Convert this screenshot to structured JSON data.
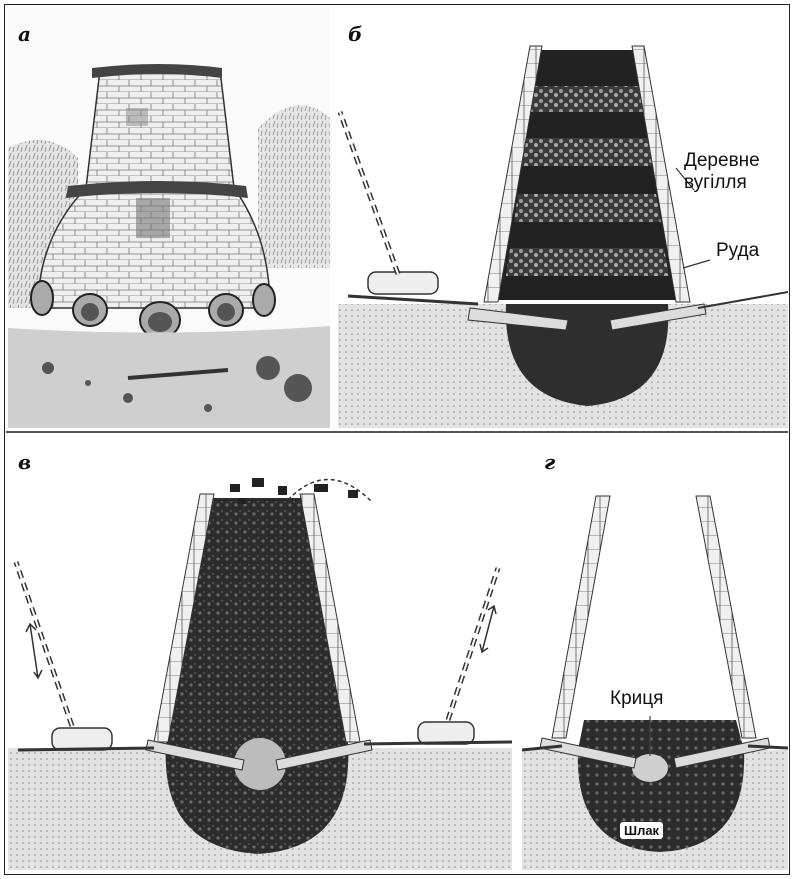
{
  "figure": {
    "panels": [
      {
        "letter": "а"
      },
      {
        "letter": "б",
        "labels": {
          "charcoal": "Деревне\nвугілля",
          "ore": "Руда"
        }
      },
      {
        "letter": "в"
      },
      {
        "letter": "г",
        "labels": {
          "bloom": "Криця",
          "slag": "Шлак"
        }
      }
    ]
  },
  "colors": {
    "ink": "#111111",
    "ground": "#cfcfcf",
    "charge": "#2a2a2a",
    "brick": "#e8e8e8",
    "bloom": "#bdbdbd"
  }
}
